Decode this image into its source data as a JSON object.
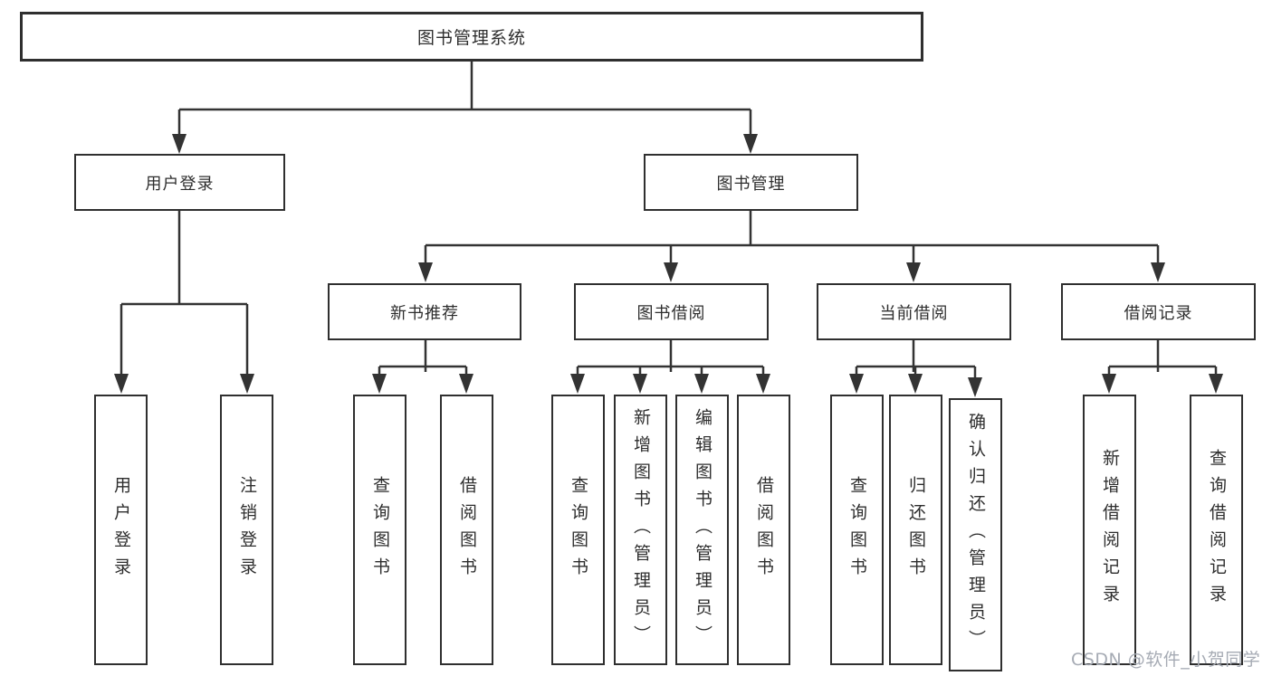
{
  "diagram": {
    "root": {
      "label": "图书管理系统"
    },
    "level2": [
      {
        "label": "用户登录"
      },
      {
        "label": "图书管理"
      }
    ],
    "level3": [
      {
        "label": "新书推荐"
      },
      {
        "label": "图书借阅"
      },
      {
        "label": "当前借阅"
      },
      {
        "label": "借阅记录"
      }
    ],
    "level4": {
      "userLogin": [
        {
          "label": "用户登录"
        },
        {
          "label": "注销登录"
        }
      ],
      "newBookRecommend": [
        {
          "label": "查询图书"
        },
        {
          "label": "借阅图书"
        }
      ],
      "bookBorrow": [
        {
          "label": "查询图书"
        },
        {
          "label": "新增图书（管理员）"
        },
        {
          "label": "编辑图书（管理员）"
        },
        {
          "label": "借阅图书"
        }
      ],
      "currentBorrow": [
        {
          "label": "查询图书"
        },
        {
          "label": "归还图书"
        },
        {
          "label": "确认归还（管理员）"
        }
      ],
      "borrowRecords": [
        {
          "label": "新增借阅记录"
        },
        {
          "label": "查询借阅记录"
        }
      ]
    }
  },
  "watermark": "CSDN @软件_小贺同学",
  "colors": {
    "line": "#333333",
    "border": "#2f2f2f",
    "text": "#2e2e2e",
    "watermark": "#a6abb4",
    "background": "#ffffff"
  }
}
